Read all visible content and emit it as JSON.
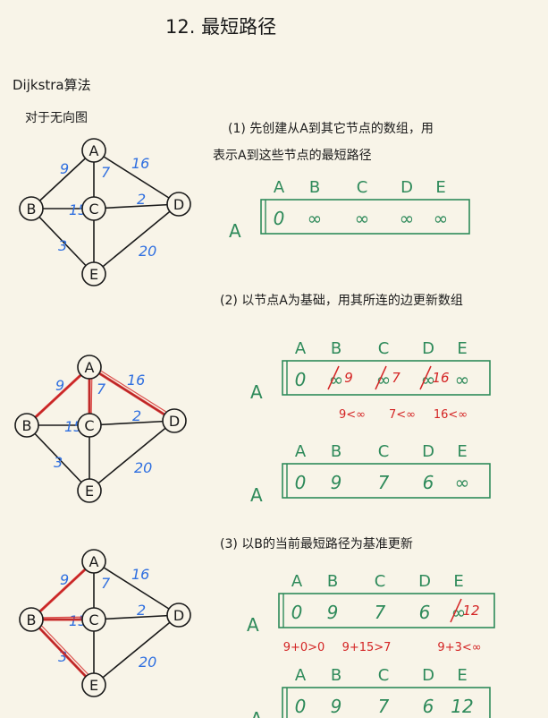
{
  "title": "12. 最短路径",
  "algorithm": "Dijkstra算法",
  "subtitle": "对于无向图",
  "colors": {
    "paper": "#f8f4e8",
    "ink": "#1a1a1a",
    "green": "#2e8a5a",
    "blue": "#2f6fe0",
    "red": "#d42525"
  },
  "graph": {
    "nodes": [
      "A",
      "B",
      "C",
      "D",
      "E"
    ],
    "edges": [
      {
        "from": "A",
        "to": "B",
        "w": "9"
      },
      {
        "from": "A",
        "to": "C",
        "w": "7"
      },
      {
        "from": "A",
        "to": "D",
        "w": "16"
      },
      {
        "from": "B",
        "to": "C",
        "w": "15"
      },
      {
        "from": "C",
        "to": "D",
        "w": "2"
      },
      {
        "from": "B",
        "to": "E",
        "w": "3"
      },
      {
        "from": "C",
        "to": "E",
        "w": ""
      },
      {
        "from": "D",
        "to": "E",
        "w": "20"
      }
    ]
  },
  "steps": {
    "s1": {
      "line1": "(1) 先创建从A到其它节点的数组，用",
      "line2": "表示A到这些节点的最短路径"
    },
    "s2": {
      "text": "(2) 以节点A为基础，用其所连的边更新数组"
    },
    "s3": {
      "text": "(3) 以B的当前最短路径为基准更新"
    }
  },
  "tables": {
    "headers": [
      "A",
      "B",
      "C",
      "D",
      "E"
    ],
    "row_label": "A",
    "t1": {
      "cells": [
        "0",
        "∞",
        "∞",
        "∞",
        "∞"
      ]
    },
    "t2": {
      "cells": [
        "0",
        "∞",
        "∞",
        "∞",
        "∞"
      ],
      "updates": [
        "9",
        "7",
        "16"
      ],
      "notes": [
        "9<∞",
        "7<∞",
        "16<∞"
      ]
    },
    "t3": {
      "cells": [
        "0",
        "9",
        "7",
        "6",
        "∞"
      ]
    },
    "t4": {
      "cells": [
        "0",
        "9",
        "7",
        "6",
        "∞"
      ],
      "updates": [
        "12"
      ],
      "notes": [
        "9+0>0",
        "9+15>7",
        "9+3<∞"
      ]
    },
    "t5": {
      "cells": [
        "0",
        "9",
        "7",
        "6",
        "12"
      ]
    }
  }
}
